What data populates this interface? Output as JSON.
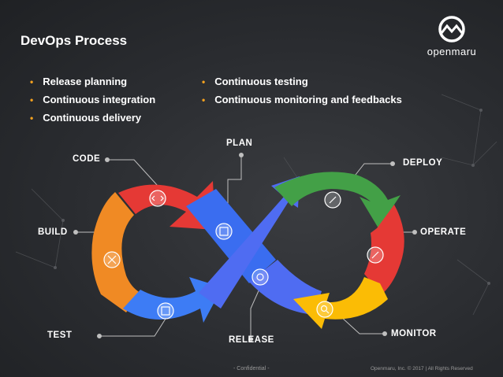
{
  "page": {
    "title": "DevOps Process"
  },
  "logo": {
    "text": "openmaru"
  },
  "bullets_left": [
    "Release planning",
    "Continuous integration",
    "Continuous delivery"
  ],
  "bullets_right": [
    "Continuous testing",
    "Continuous monitoring and feedbacks"
  ],
  "stages": {
    "code": "CODE",
    "build": "BUILD",
    "test": "TEST",
    "plan": "PLAN",
    "release": "RELEASE",
    "deploy": "DEPLOY",
    "operate": "OPERATE",
    "monitor": "MONITOR"
  },
  "colors": {
    "code": "#e53935",
    "build": "#f08a24",
    "test": "#3d7cf5",
    "plan": "#3a6df0",
    "release": "#4f6cf2",
    "deploy": "#43a047",
    "operate": "#e53935",
    "monitor": "#fbbc05",
    "bullet": "#f5a11f"
  },
  "icons": [
    "code-icon",
    "tools-icon",
    "checklist-icon",
    "board-icon",
    "gear-icon",
    "rocket-icon",
    "wrench-icon",
    "search-icon"
  ],
  "footer": {
    "confidential": "- Confidential -",
    "copyright": "Openmaru, Inc. ©  2017 | All Rights Reserved"
  }
}
